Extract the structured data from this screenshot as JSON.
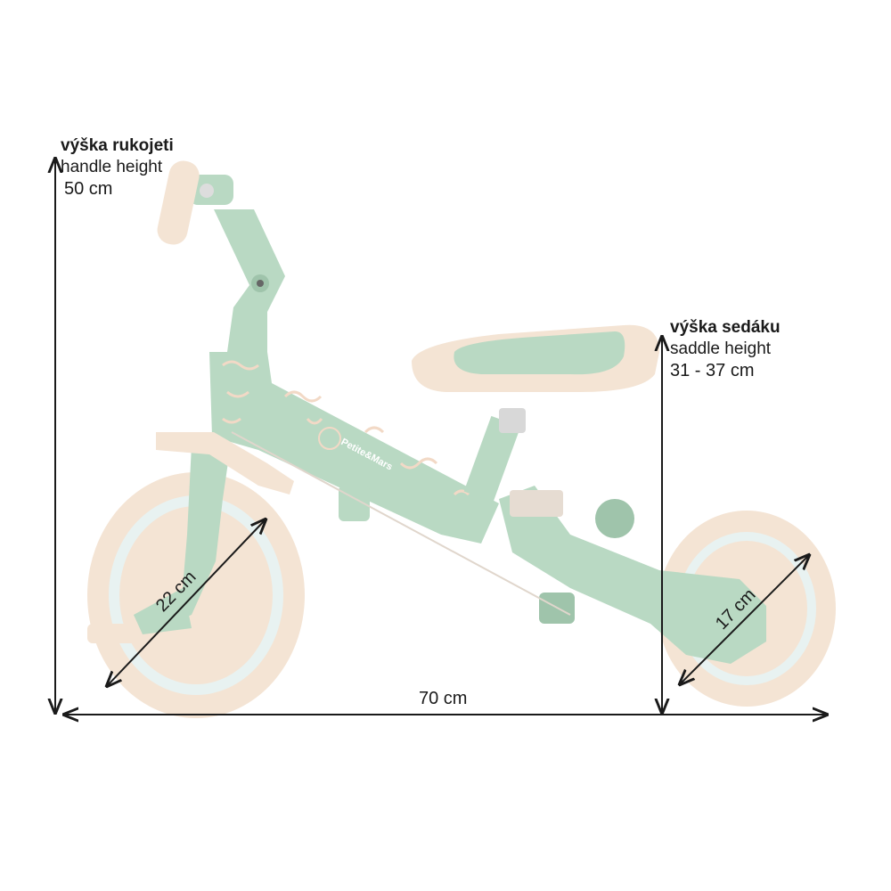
{
  "handle": {
    "title": "výška rukojeti",
    "subtitle": "handle height",
    "value": "50 cm"
  },
  "saddle": {
    "title": "výška sedáku",
    "subtitle": "saddle height",
    "value": "31 - 37 cm"
  },
  "length": {
    "value": "70 cm"
  },
  "front_wheel": {
    "value": "22 cm"
  },
  "rear_wheel": {
    "value": "17 cm"
  },
  "brand": {
    "name": "Petite&Mars"
  },
  "colors": {
    "frame": "#b9d9c3",
    "frame_dark": "#9fc4ab",
    "cream": "#f4e4d4",
    "tire_inner": "#e8f2f1",
    "pattern": "#f2d9c6",
    "line": "#1a1a1a"
  }
}
